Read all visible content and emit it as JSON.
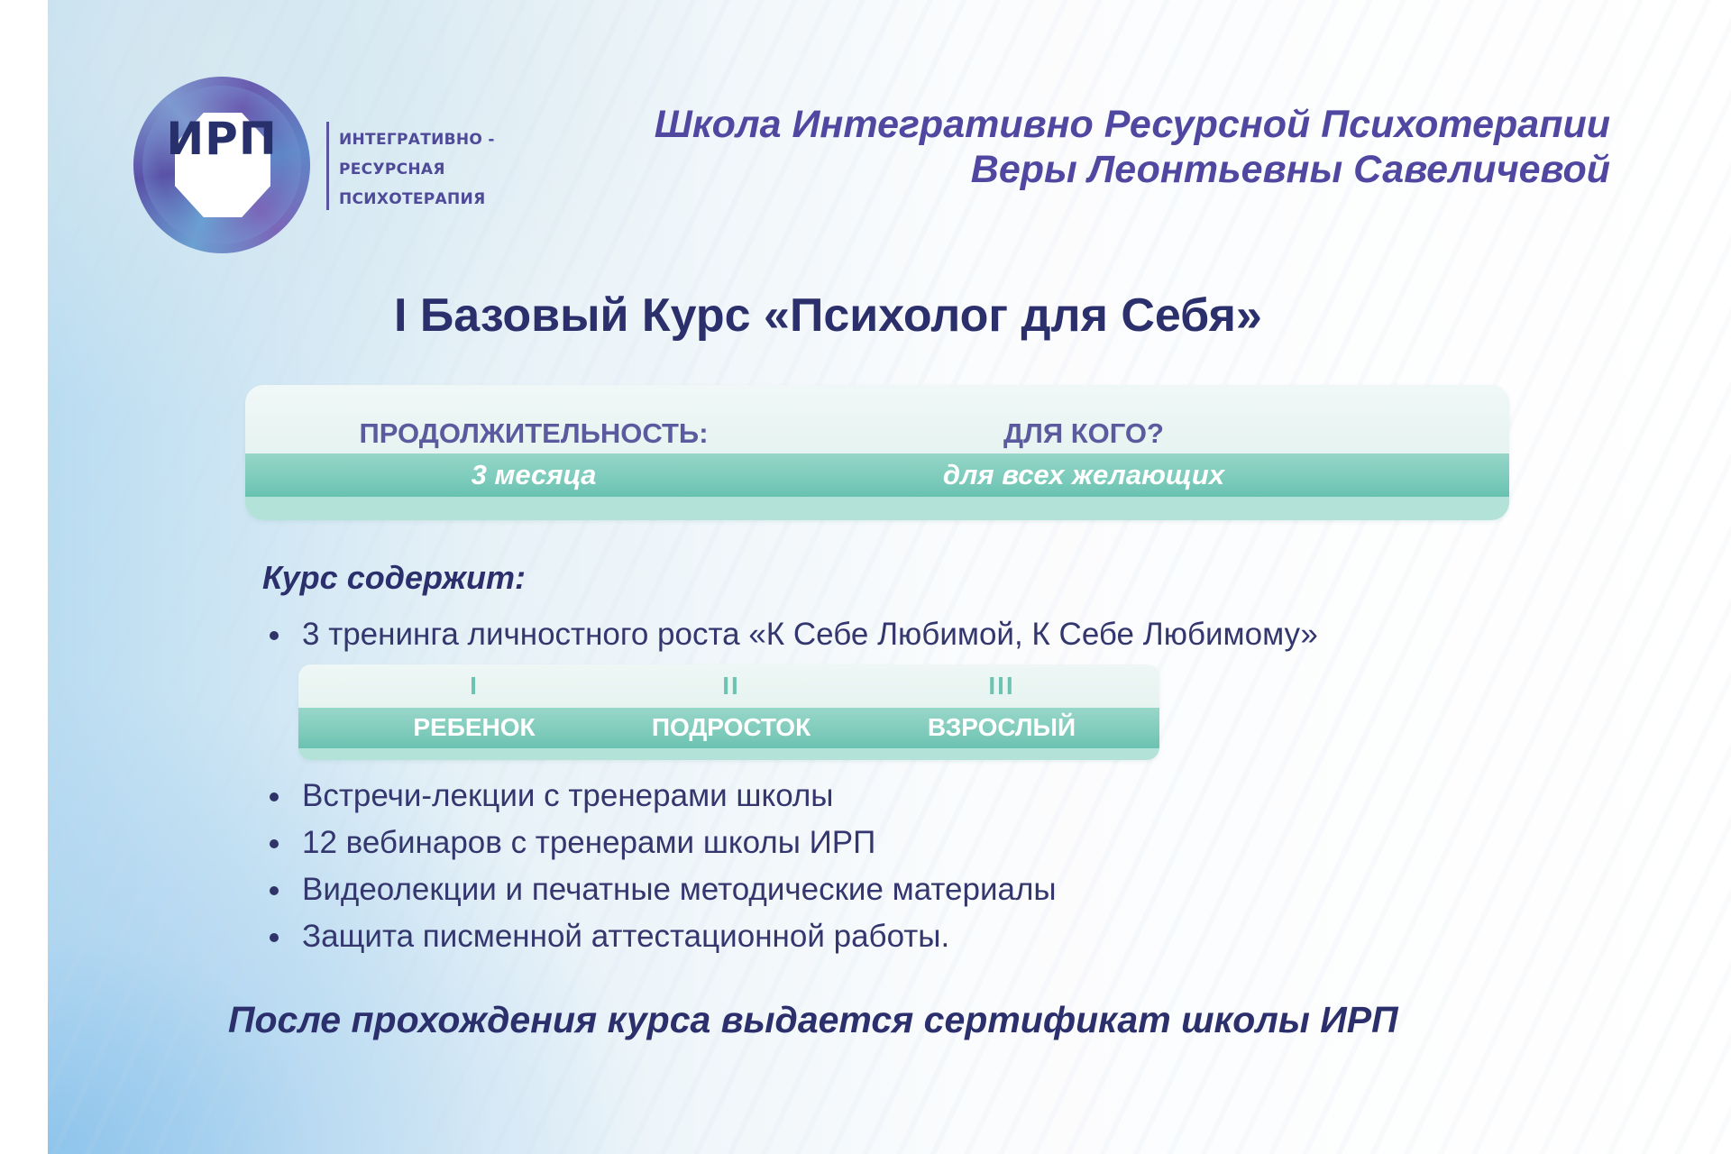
{
  "logo": {
    "abbr": "ИРП",
    "text_lines": [
      "ИНТЕГРАТИВНО -",
      "РЕСУРСНАЯ",
      "ПСИХОТЕРАПИЯ"
    ]
  },
  "school": {
    "line1": "Школа Интегративно Ресурсной Психотерапии",
    "line2": "Веры Леонтьевны Савеличевой"
  },
  "course": {
    "title": "I  Базовый Курс «Психолог для Себя»"
  },
  "info": [
    {
      "label": "ПРОДОЛЖИТЕЛЬНОСТЬ:",
      "value": "3 месяца"
    },
    {
      "label": "ДЛЯ КОГО?",
      "value": "для всех желающих"
    }
  ],
  "contents": {
    "title": "Курс содержит:",
    "first_item": "3 тренинга личностного роста «К Себе Любимой, К Себе Любимому»",
    "stages": [
      {
        "num": "I",
        "name": "РЕБЕНОК"
      },
      {
        "num": "II",
        "name": "ПОДРОСТОК"
      },
      {
        "num": "III",
        "name": "ВЗРОСЛЫЙ"
      }
    ],
    "items": [
      "Встречи-лекции с тренерами школы",
      "12 вебинаров с тренерами школы ИРП",
      "Видеолекции и печатные методические материалы",
      "Защита писменной аттестационной работы."
    ]
  },
  "footer": {
    "note": "После прохождения курса выдается сертификат школы ИРП"
  },
  "colors": {
    "navy": "#2b2f6b",
    "purple": "#5048a0",
    "teal": "#7ccbbb",
    "label": "#5a5a9e"
  }
}
